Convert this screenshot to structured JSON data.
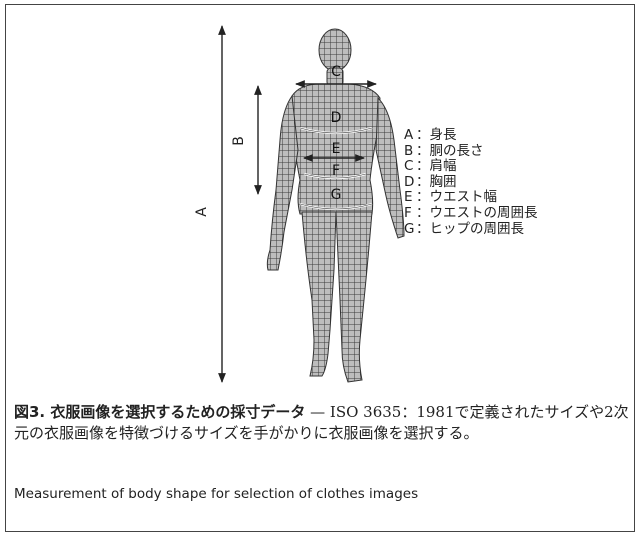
{
  "figure": {
    "dimension_labels": {
      "A": "A",
      "B": "B",
      "C": "C",
      "D": "D",
      "E": "E",
      "F": "F",
      "G": "G"
    },
    "legend": [
      {
        "key": "A",
        "sep": "：",
        "label": "身長"
      },
      {
        "key": "B",
        "sep": "：",
        "label": "胴の長さ"
      },
      {
        "key": "C",
        "sep": "：",
        "label": "肩幅"
      },
      {
        "key": "D",
        "sep": "：",
        "label": "胸囲"
      },
      {
        "key": "E",
        "sep": "：",
        "label": "ウエスト幅"
      },
      {
        "key": "F",
        "sep": "：",
        "label": "ウエストの周囲長"
      },
      {
        "key": "G",
        "sep": "：",
        "label": "ヒップの周囲長"
      }
    ]
  },
  "caption": {
    "title": "図3. 衣服画像を選択するための採寸データ",
    "dash": " — ",
    "body": "ISO 3635：1981で定義されたサイズや2次元の衣服画像を特徴づけるサイズを手がかりに衣服画像を選択する。",
    "english": "Measurement of body shape for selection of clothes images"
  }
}
